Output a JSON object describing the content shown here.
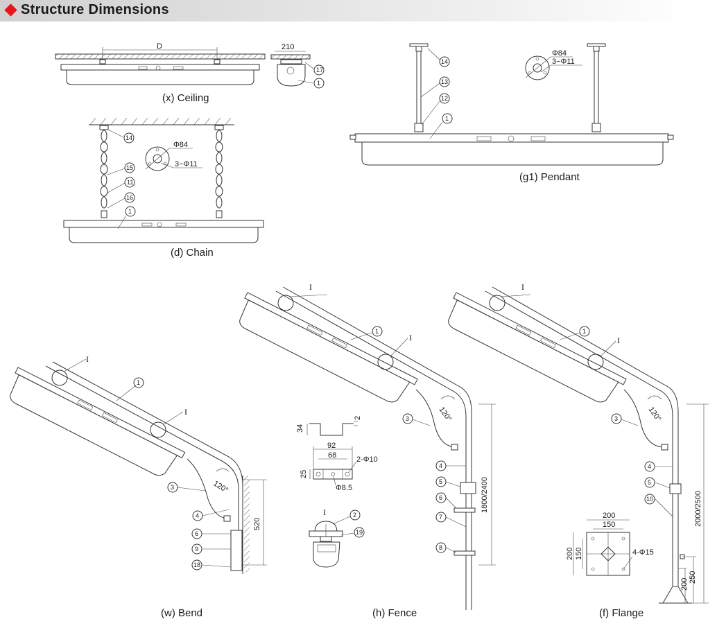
{
  "header": {
    "title": "Structure Dimensions",
    "accent_color": "#e8141c",
    "icon": "diamond-icon"
  },
  "figures": {
    "ceiling": {
      "caption": "(x) Ceiling",
      "dim_d": "D",
      "dim_width": "210",
      "balloons": [
        "17",
        "1"
      ]
    },
    "chain": {
      "caption": "(d) Chain",
      "flange_dia": "Φ84",
      "holes": "3−Φ11",
      "balloons": [
        "14",
        "15",
        "11",
        "16",
        "1"
      ]
    },
    "pendant": {
      "caption": "(g1) Pendant",
      "flange_dia": "Φ84",
      "holes": "3−Φ11",
      "balloons": [
        "14",
        "13",
        "12",
        "1"
      ]
    },
    "bend": {
      "caption": "(w) Bend",
      "angle": "120°",
      "height": "520",
      "detail": "I",
      "balloons": [
        "1",
        "3",
        "4",
        "6",
        "9",
        "18"
      ]
    },
    "fence": {
      "caption": "(h) Fence",
      "angle": "120°",
      "height": "1800/2400",
      "detail": "I",
      "balloons": [
        "1",
        "3",
        "4",
        "5",
        "6",
        "7",
        "8"
      ]
    },
    "flange": {
      "caption": "(f) Flange",
      "angle": "120°",
      "height_total": "2000/2500",
      "height_a": "250",
      "height_b": "200",
      "detail": "I",
      "balloons": [
        "1",
        "3",
        "4",
        "5",
        "10"
      ]
    },
    "clamp": {
      "dim_92": "92",
      "dim_68": "68",
      "dim_34": "34",
      "dim_25": "25",
      "dim_2": "2",
      "holes": "2-Φ10",
      "hole_small": "Φ8.5"
    },
    "detail_i": {
      "label": "I",
      "balloons": [
        "2",
        "19"
      ]
    },
    "base_plate": {
      "dim_200": "200",
      "dim_150": "150",
      "holes": "4-Φ15"
    }
  }
}
